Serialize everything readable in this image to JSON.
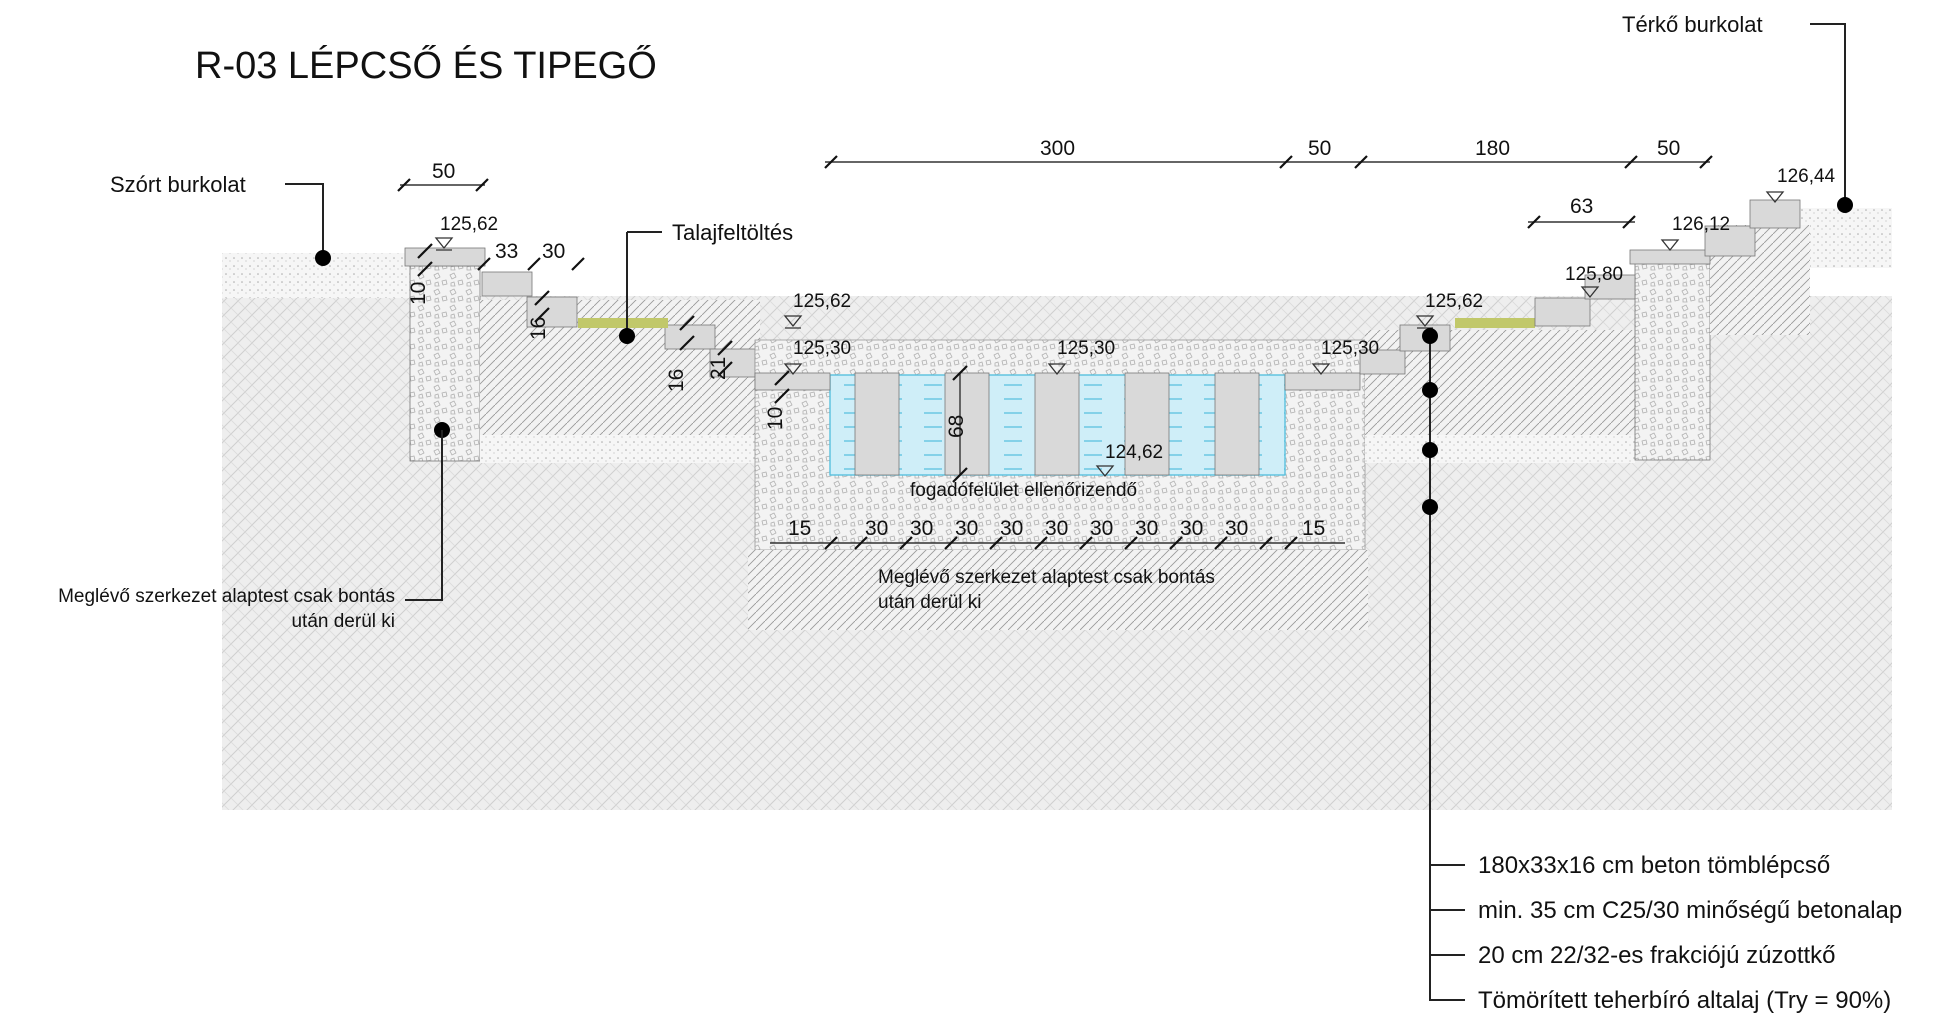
{
  "title": "R-03 LÉPCSŐ ÉS TIPEGŐ",
  "labels": {
    "szort": "Szórt burkolat",
    "terko": "Térkő burkolat",
    "talaj": "Talajfeltöltés",
    "meglevo_left_1": "Meglévő szerkezet alaptest csak bontás",
    "meglevo_left_2": "után derül ki",
    "meglevo_center_1": "Meglévő szerkezet alaptest csak bontás",
    "meglevo_center_2": "után derül ki",
    "fogado": "fogadófelület ellenőrizendő"
  },
  "dims_top": [
    "300",
    "50",
    "180",
    "50"
  ],
  "dims_left": [
    "50",
    "33",
    "30"
  ],
  "dims_vert": [
    "10",
    "16",
    "16",
    "21",
    "10",
    "68"
  ],
  "dim_63": "63",
  "dims_bottom": [
    "15",
    "30",
    "30",
    "30",
    "30",
    "30",
    "30",
    "30",
    "30",
    "30",
    "15"
  ],
  "levels": {
    "l1": "125,62",
    "l2": "125,62",
    "l3": "125,30",
    "l4": "125,30",
    "l5": "125,30",
    "l6": "124,62",
    "l7": "125,62",
    "l8": "125,80",
    "l9": "126,12",
    "l10": "126,44"
  },
  "legend": [
    "180x33x16 cm beton tömblépcső",
    "min. 35 cm C25/30 minőségű betonalap",
    "20 cm 22/32-es frakciójú zúzottkő",
    "Tömörített teherbíró altalaj (Try = 90%)"
  ],
  "colors": {
    "water": "#c8ecf6",
    "water_line": "#5cc3e0",
    "grass": "#b9c25a",
    "block": "#d9d9d9",
    "ground": "#ececec"
  }
}
